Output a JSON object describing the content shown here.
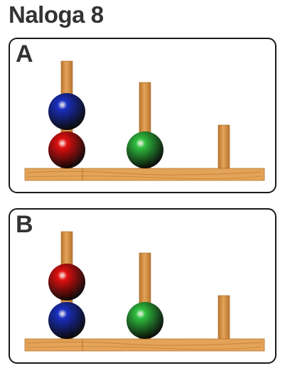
{
  "title": "Naloga 8",
  "panels": [
    {
      "label": "A",
      "pegs": [
        {
          "name": "left",
          "balls": [
            "red",
            "blue"
          ]
        },
        {
          "name": "middle",
          "balls": [
            "green"
          ]
        },
        {
          "name": "right",
          "balls": []
        }
      ]
    },
    {
      "label": "B",
      "pegs": [
        {
          "name": "left",
          "balls": [
            "blue",
            "red"
          ]
        },
        {
          "name": "middle",
          "balls": [
            "green"
          ]
        },
        {
          "name": "right",
          "balls": []
        }
      ]
    }
  ],
  "colors": {
    "red": "#e01010",
    "blue": "#1a2fc0",
    "green": "#2fbf3f",
    "wood": "#e3a358",
    "wood_dark": "#b8752e",
    "title": "#333333"
  }
}
